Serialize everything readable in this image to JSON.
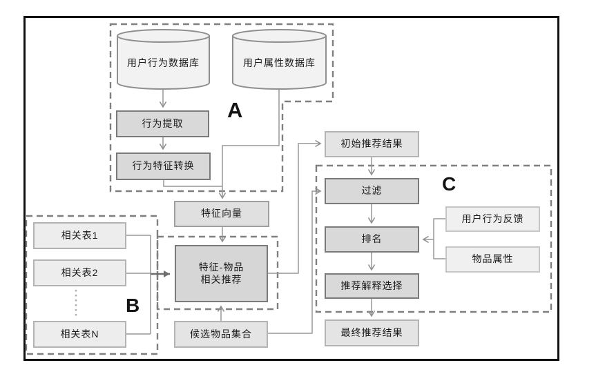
{
  "colors": {
    "frame": "#101010",
    "connector_line": "#979797",
    "bold_connector": "#6e6e6e",
    "dashed_border": "#7f7f7f",
    "process_fill": "#d9d9d9",
    "process_border": "#7a7a7a",
    "io_fill": "#e6e6e6",
    "io_border": "#b3b3b3",
    "side_fill": "#f0f0f0",
    "cylinder_fill": "#f2f2f2",
    "text": "#1a1a1a"
  },
  "sections": {
    "a": {
      "label": "A"
    },
    "b": {
      "label": "B"
    },
    "c": {
      "label": "C"
    }
  },
  "nodes": {
    "behavior_db": {
      "label": "用户行为数据库",
      "shape": "cylinder"
    },
    "attribute_db": {
      "label": "用户属性数据库",
      "shape": "cylinder"
    },
    "behavior_extract": {
      "label": "行为提取"
    },
    "behavior_feature_convert": {
      "label": "行为特征转换"
    },
    "feature_vector": {
      "label": "特征向量"
    },
    "feature_item_rec": {
      "label_line1": "特征-物品",
      "label_line2": "相关推荐"
    },
    "related_table_1": {
      "label": "相关表1"
    },
    "related_table_2": {
      "label": "相关表2"
    },
    "related_table_n": {
      "label": "相关表N"
    },
    "candidate_items": {
      "label": "候选物品集合"
    },
    "initial_results": {
      "label": "初始推荐结果"
    },
    "filter": {
      "label": "过滤"
    },
    "ranking": {
      "label": "排名"
    },
    "explanation_select": {
      "label": "推荐解释选择"
    },
    "final_results": {
      "label": "最终推荐结果"
    },
    "user_feedback": {
      "label": "用户行为反馈"
    },
    "item_attributes": {
      "label": "物品属性"
    }
  }
}
